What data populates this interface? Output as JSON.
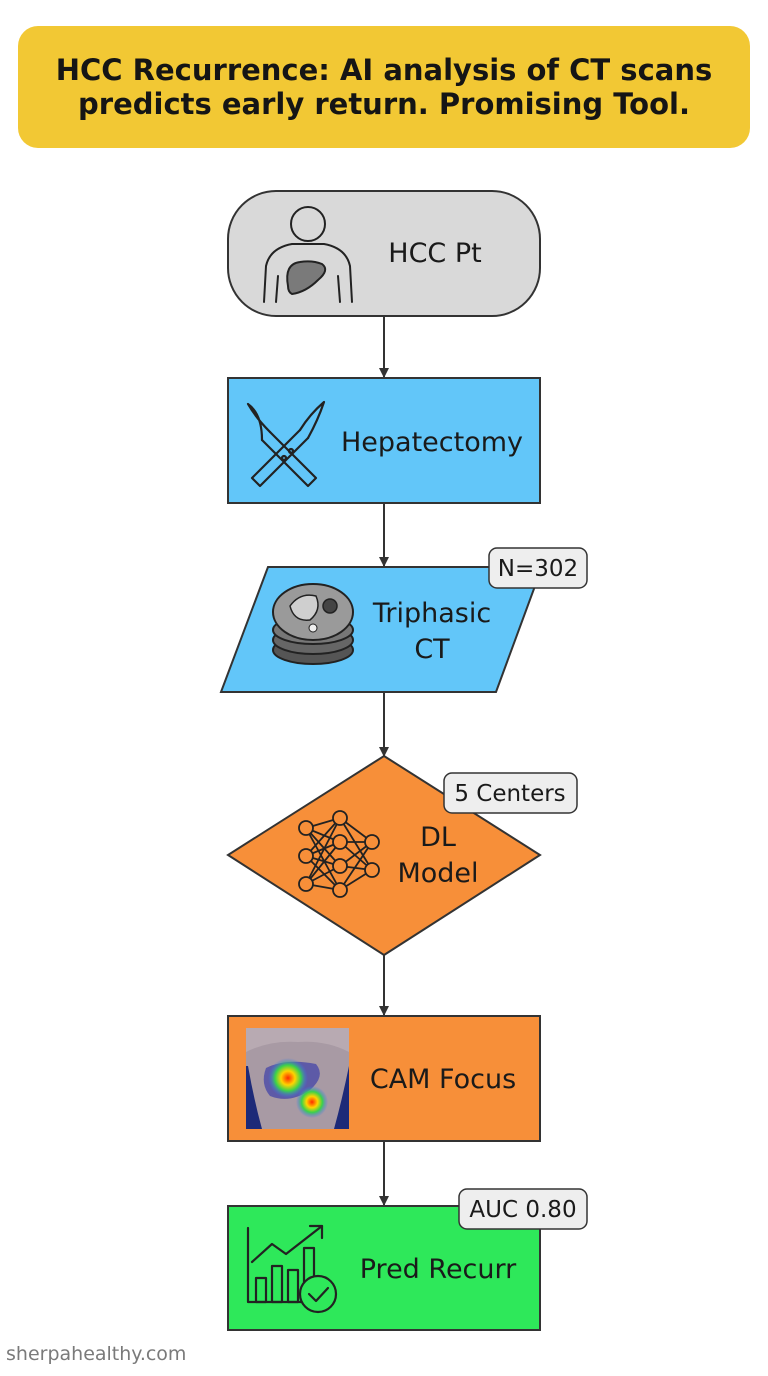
{
  "banner": {
    "text": "HCC Recurrence: AI analysis of CT scans predicts early return. Promising Tool."
  },
  "nodes": {
    "patient": {
      "label": "HCC Pt",
      "icon": "patient-liver-icon",
      "color": "#d9d9d9"
    },
    "hepatectomy": {
      "label": "Hepatectomy",
      "icon": "scalpel-icon",
      "color": "#62c6f9"
    },
    "ct": {
      "label_line1": "Triphasic",
      "label_line2": "CT",
      "icon": "ct-slices-icon",
      "color": "#62c6f9",
      "badge": "N=302"
    },
    "dl": {
      "label_line1": "DL",
      "label_line2": "Model",
      "icon": "neural-network-icon",
      "color": "#f78f39",
      "badge": "5 Centers"
    },
    "cam": {
      "label": "CAM Focus",
      "icon": "heatmap-image",
      "color": "#f78f39"
    },
    "pred": {
      "label": "Pred Recurr",
      "icon": "growth-chart-icon",
      "color": "#2ee85a",
      "badge": "AUC 0.80"
    }
  },
  "watermark": "sherpahealthy.com"
}
